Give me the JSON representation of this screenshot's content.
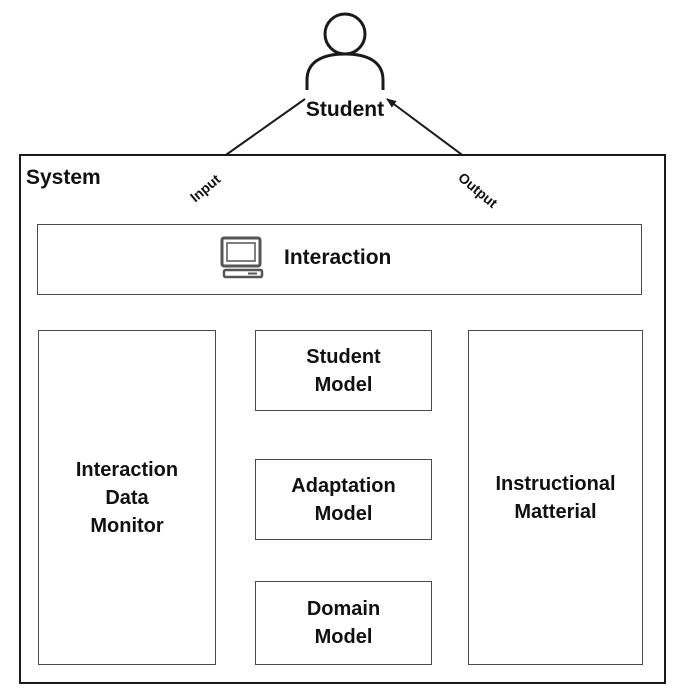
{
  "actor": {
    "label": "Student",
    "icon": "person-icon"
  },
  "system": {
    "label": "System"
  },
  "edges": {
    "input_label": "Input",
    "output_label": "Output"
  },
  "interaction": {
    "label": "Interaction",
    "icon": "computer-monitor-icon"
  },
  "components": {
    "monitor": "Interaction\nData\nMonitor",
    "student_model": "Student\nModel",
    "adaptation_model": "Adaptation\nModel",
    "domain_model": "Domain\nModel",
    "instructional": "Instructional\nMatterial"
  },
  "colors": {
    "stroke": "#1a1a1a",
    "box_border": "#4a4a4a",
    "icon_stroke": "#555555"
  }
}
